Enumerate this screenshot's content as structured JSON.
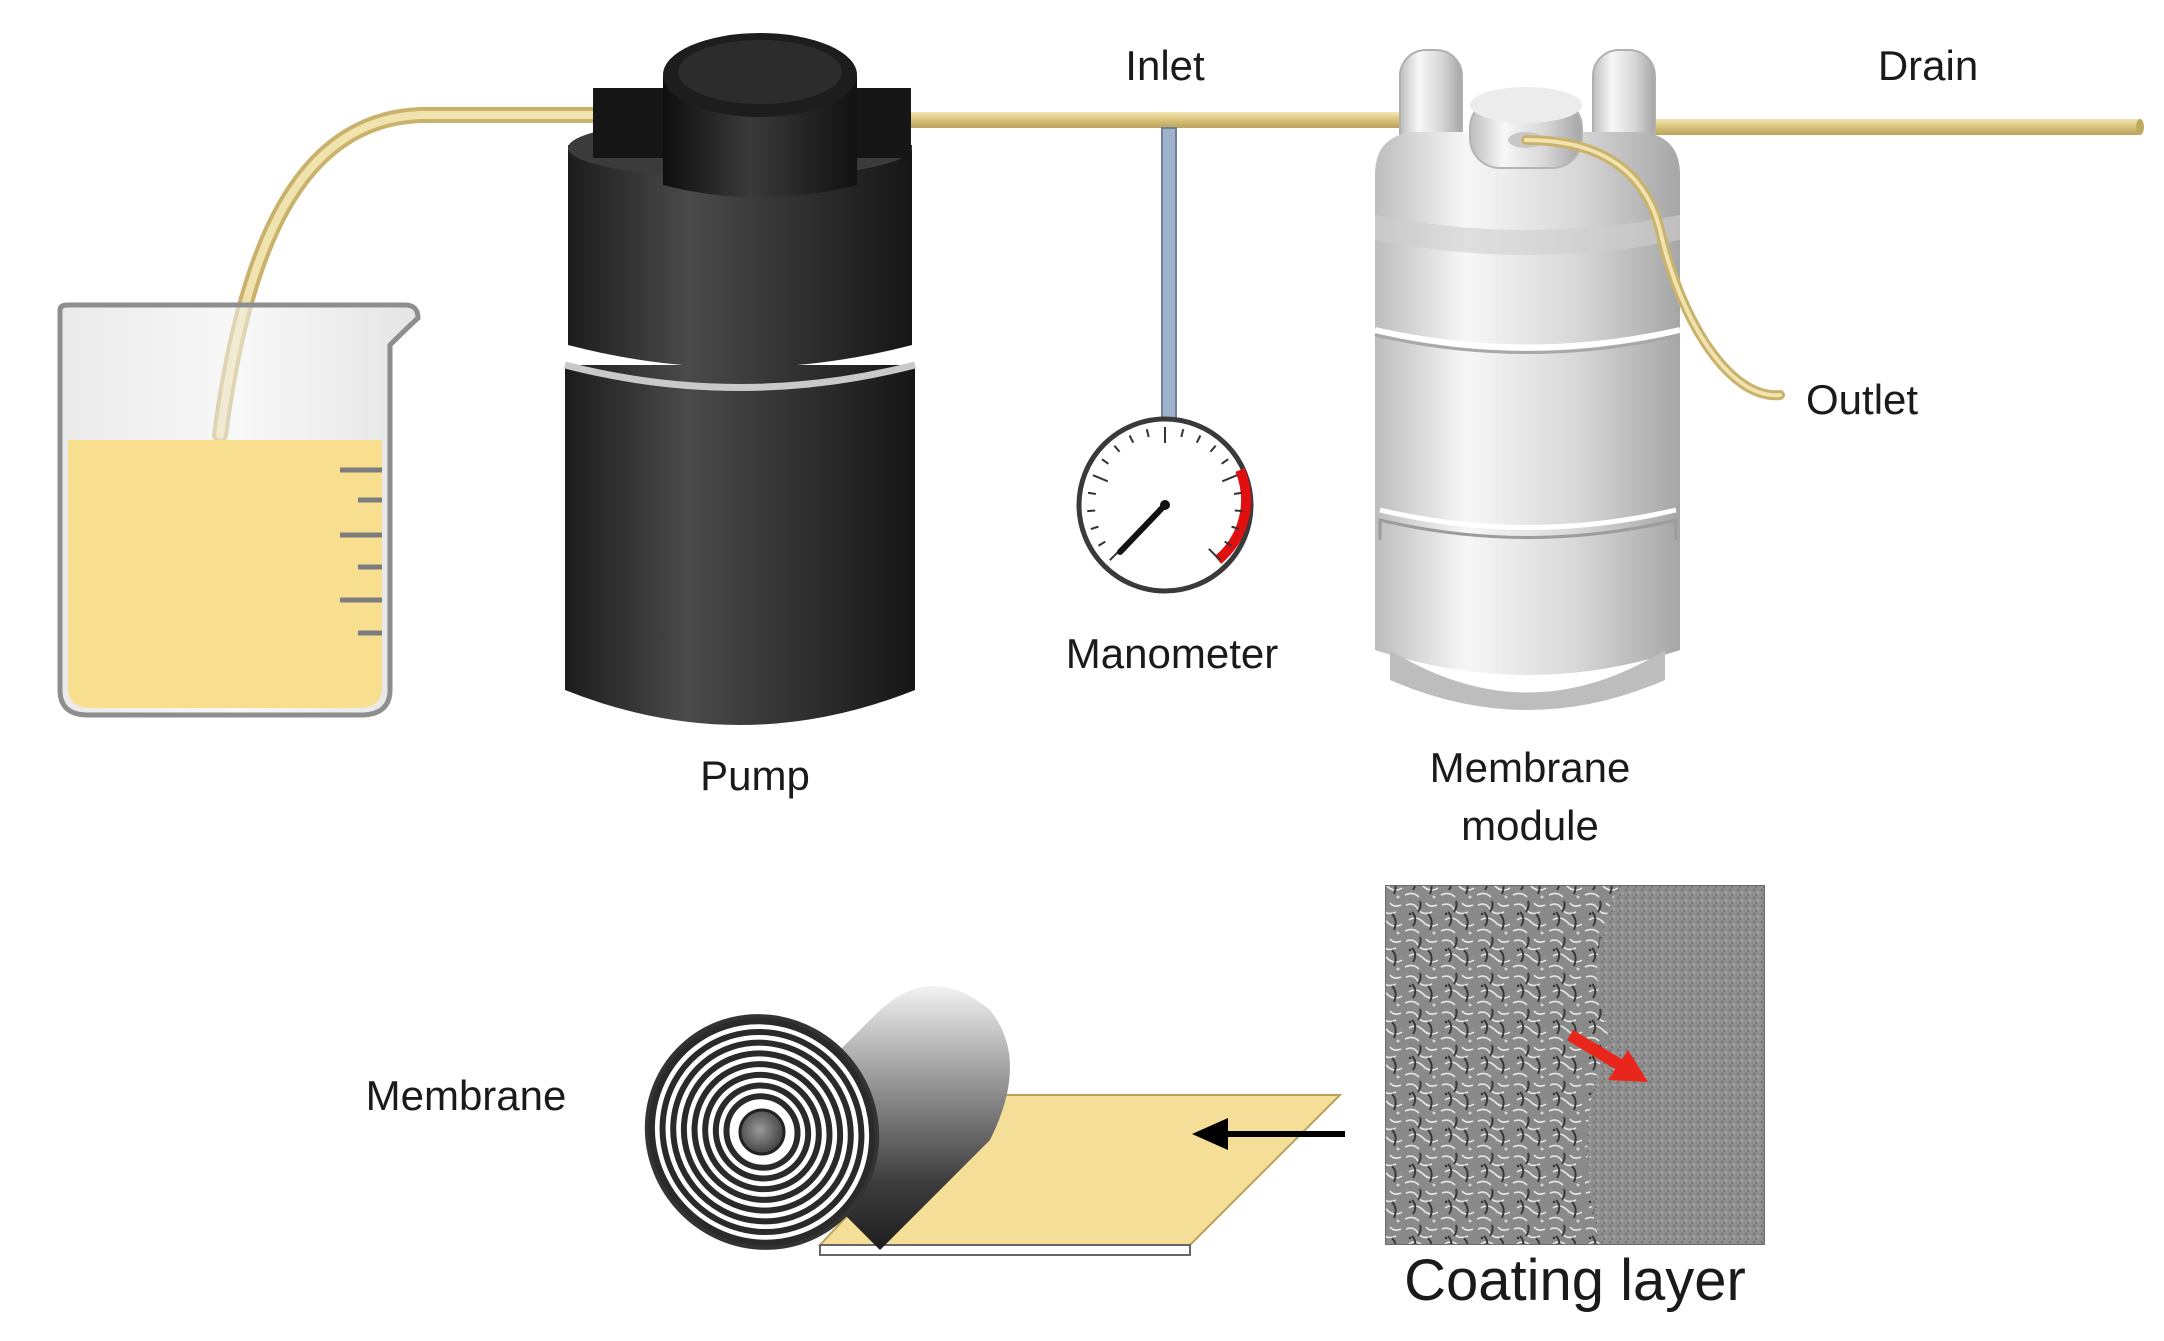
{
  "labels": {
    "inlet": "Inlet",
    "drain": "Drain",
    "outlet": "Outlet",
    "pump": "Pump",
    "manometer": "Manometer",
    "membrane_module_line1": "Membrane",
    "membrane_module_line2": "module",
    "membrane": "Membrane",
    "coating_layer": "Coating layer"
  },
  "colors": {
    "feed_liquid": "#f7df8f",
    "tubing": "#e9d79a",
    "pump_body": "#2b2b2b",
    "gauge_red_zone": "#e01010",
    "coating_arrow": "#e8261c",
    "membrane_sheet": "#f5de97"
  },
  "icons": {
    "feed_beaker": "beaker-icon",
    "pump": "pump-icon",
    "manometer": "pressure-gauge-icon",
    "membrane_module": "membrane-module-icon",
    "membrane_roll": "membrane-roll-icon",
    "coating_micrograph": "sem-micrograph-image"
  }
}
